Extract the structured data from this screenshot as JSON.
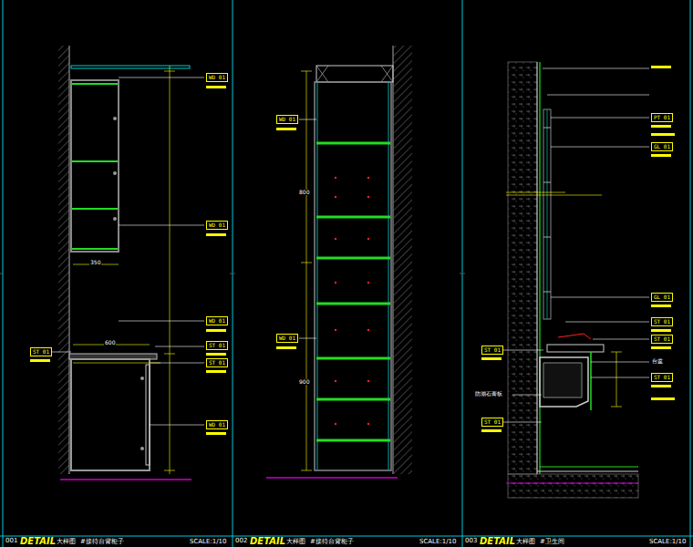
{
  "diagram": {
    "labels": [
      "001",
      "DETAIL",
      "大样图",
      "#接待台背柜子",
      "SCALE:1/10",
      "002",
      "DETAIL",
      "大样图",
      "#接待台背柜子",
      "SCALE:1/10",
      "003",
      "DETAIL",
      "大样图",
      "#卫生间",
      "SCALE:1/10",
      "WD 01",
      "WD 01",
      "WD 01",
      "ST 01",
      "ST 01",
      "WD 01",
      "ST 01",
      "WD 01",
      "WD 01",
      "PT 01",
      "GL 01",
      "GL 01",
      "ST 01",
      "ST 01",
      "ST 01",
      "ST 01",
      "ST 01",
      "350",
      "600",
      "800",
      "900",
      "台盆",
      "防潮石膏板"
    ]
  }
}
